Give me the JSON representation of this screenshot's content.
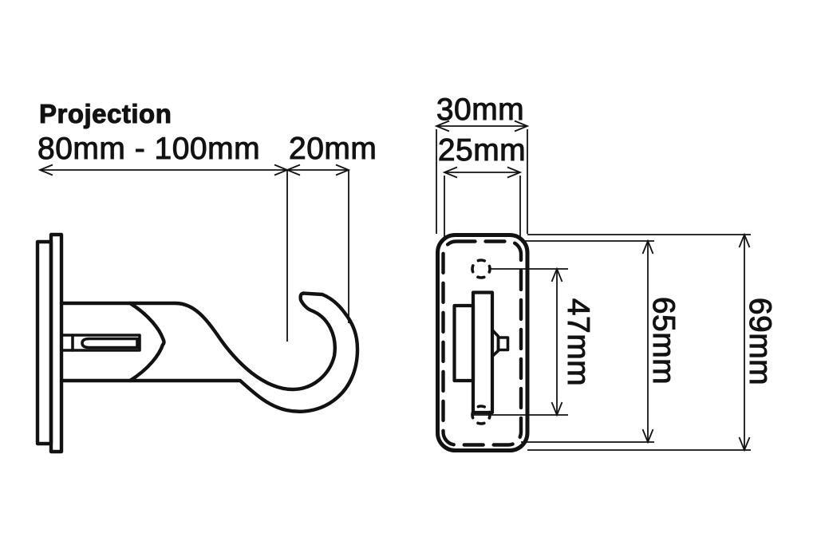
{
  "title": "Projection",
  "side_view": {
    "projection_label": "80mm - 100mm",
    "hook_depth_label": "20mm"
  },
  "front_view": {
    "outer_width_label": "30mm",
    "inner_width_label": "25mm",
    "hole_spacing_label": "47mm",
    "inner_height_label": "65mm",
    "outer_height_label": "69mm"
  },
  "colors": {
    "line": "#121212",
    "background": "#ffffff"
  }
}
